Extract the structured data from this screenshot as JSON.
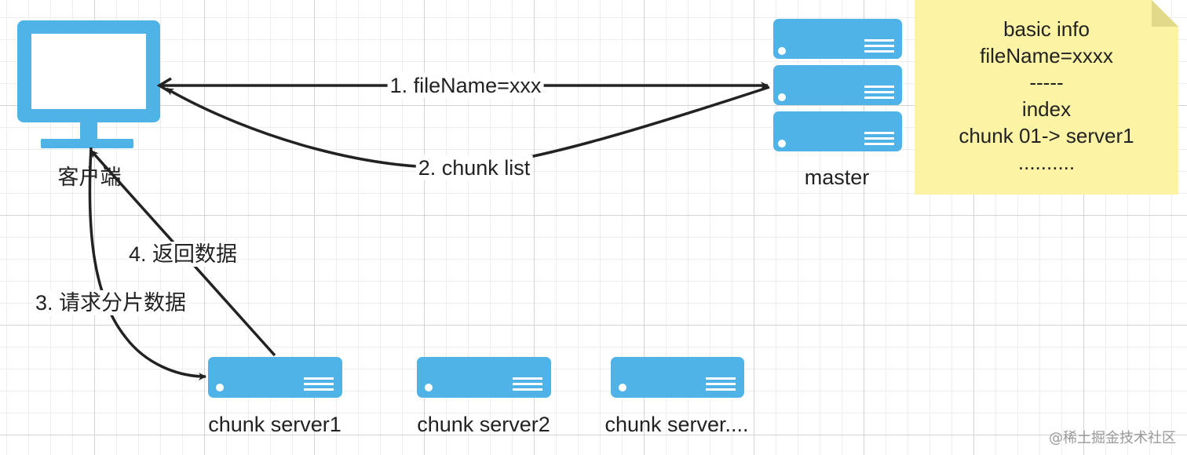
{
  "nodes": {
    "client": "客户端",
    "master": "master",
    "chunk_server_1": "chunk server1",
    "chunk_server_2": "chunk server2",
    "chunk_server_more": "chunk server...."
  },
  "edges": {
    "step1": "1. fileName=xxx",
    "step2": "2. chunk list",
    "step3": "3. 请求分片数据",
    "step4": "4. 返回数据"
  },
  "note": {
    "lines": [
      "basic info",
      "fileName=xxxx",
      "-----",
      "index",
      "chunk 01-> server1",
      ".........."
    ]
  },
  "watermark": "@稀土掘金技术社区",
  "colors": {
    "server_fill": "#4fb3e8",
    "monitor_fill": "#4fb3e8",
    "note_fill": "#fcf3a4",
    "note_fold": "#e3d98a",
    "arrow": "#222222"
  }
}
